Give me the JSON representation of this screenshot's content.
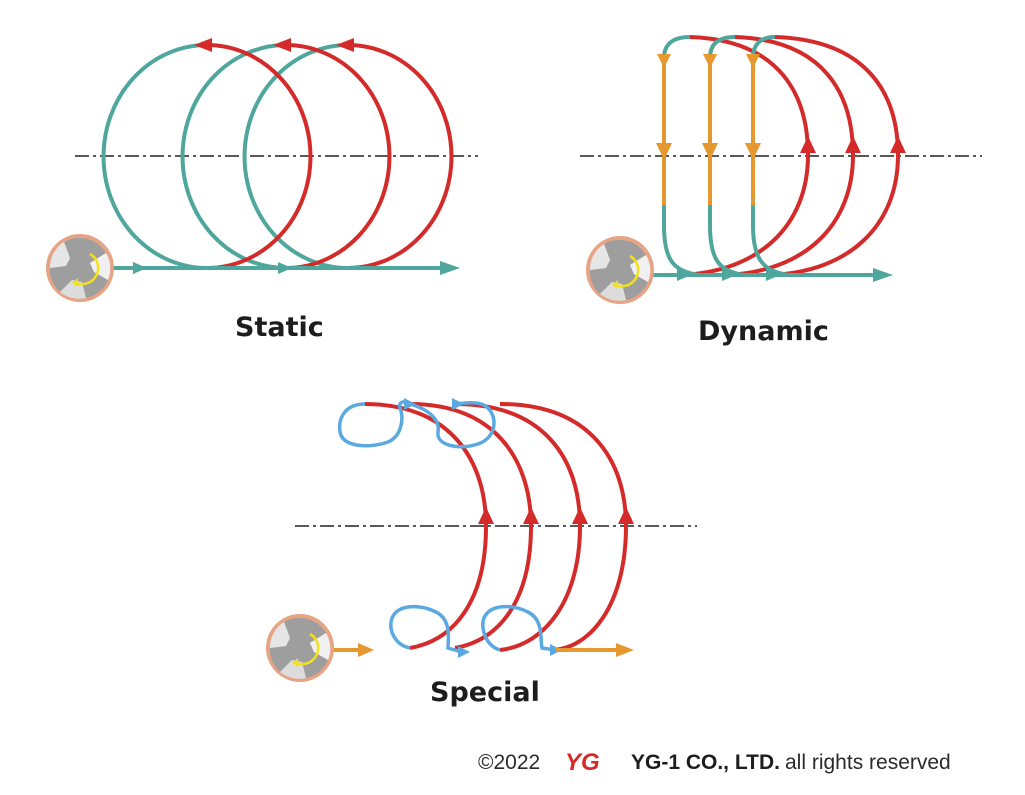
{
  "diagram": {
    "panels": [
      {
        "id": "static",
        "label": "Static"
      },
      {
        "id": "dynamic",
        "label": "Dynamic"
      },
      {
        "id": "special",
        "label": "Special"
      }
    ]
  },
  "footer": {
    "copyright": "©2022",
    "logo_text": "YG",
    "company": "YG-1 CO., LTD.",
    "rights": "all rights reserved"
  },
  "colors": {
    "red": "#d42a2a",
    "teal": "#4ea69c",
    "orange": "#e5982f",
    "blue": "#5aa9e0",
    "centerline": "#222222",
    "tool_gray": "#9e9e9e",
    "tool_rim": "#e6a485",
    "tool_arrow": "#f2e21b",
    "logo_red": "#d42a2a"
  },
  "icons": {
    "tool": "end-mill-tool-icon",
    "logo": "yg1-logo-icon"
  }
}
